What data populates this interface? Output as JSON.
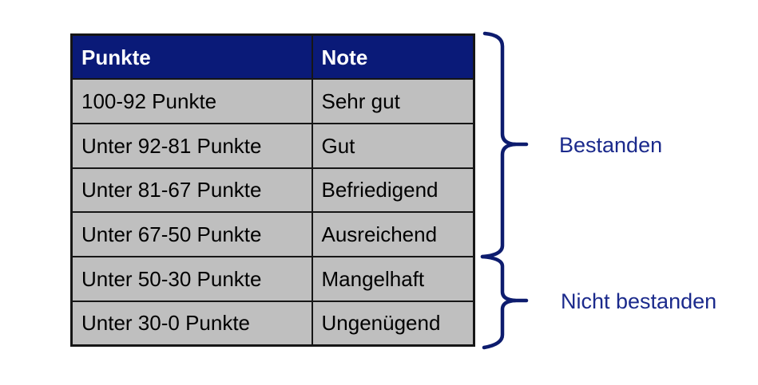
{
  "table": {
    "header": {
      "punkte": "Punkte",
      "note": "Note"
    },
    "rows": [
      {
        "punkte": "100-92 Punkte",
        "note": "Sehr gut"
      },
      {
        "punkte": "Unter 92-81 Punkte",
        "note": "Gut"
      },
      {
        "punkte": "Unter 81-67 Punkte",
        "note": "Befriedigend"
      },
      {
        "punkte": "Unter 67-50 Punkte",
        "note": "Ausreichend"
      },
      {
        "punkte": "Unter 50-30 Punkte",
        "note": "Mangelhaft"
      },
      {
        "punkte": "Unter 30-0 Punkte",
        "note": "Ungenügend"
      }
    ]
  },
  "annotations": {
    "passed": "Bestanden",
    "failed": "Nicht bestanden"
  },
  "colors": {
    "header_bg": "#0A1A78",
    "header_text": "#FFFFFF",
    "row_bg": "#BFBFBF",
    "cell_text": "#000000",
    "table_border": "#161616",
    "brace": "#0D1C6E",
    "annotation_text": "#1B2A8C",
    "canvas_bg": "#FFFFFF"
  }
}
